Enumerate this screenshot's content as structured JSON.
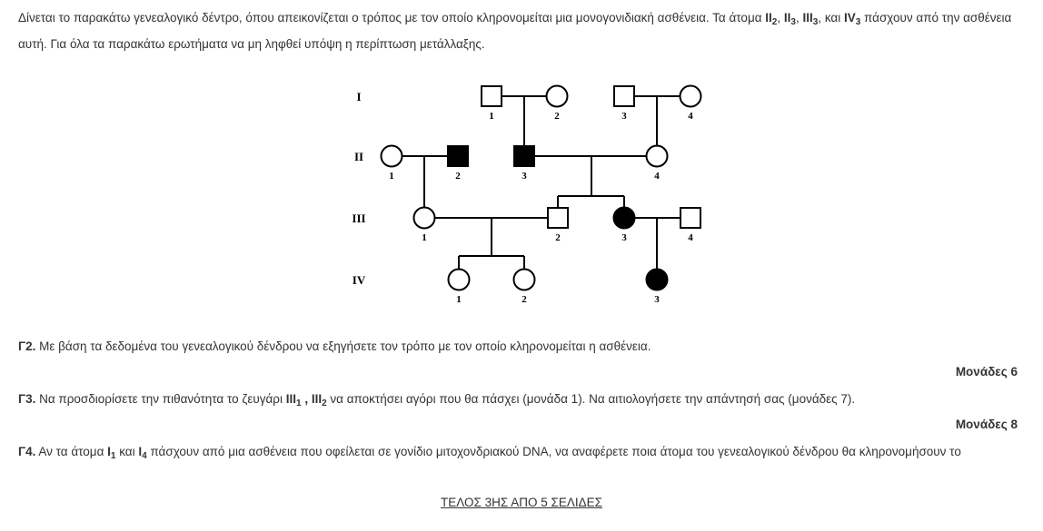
{
  "intro": {
    "text1": "Δίνεται το παρακάτω γενεαλογικό δέντρο, όπου απεικονίζεται ο τρόπος με τον οποίο κληρονομείται μια μονογονιδιακή ασθένεια. Τα άτομα ",
    "ii": "II",
    "ii_2": "2",
    "ii_3": "3",
    "iii": "III",
    "iii_3": "3",
    "and": " και ",
    "iv": "IV",
    "iv_3": "3",
    "text2": " πάσχουν από την ασθένεια αυτή. Για όλα τα παρακάτω ερωτήματα να μη ληφθεί υπόψη η περίπτωση μετάλλαξης."
  },
  "pedigree": {
    "generations": [
      "I",
      "II",
      "III",
      "IV"
    ],
    "individuals": [
      {
        "gen": "I",
        "num": "1",
        "sex": "male",
        "affected": false
      },
      {
        "gen": "I",
        "num": "2",
        "sex": "female",
        "affected": false
      },
      {
        "gen": "I",
        "num": "3",
        "sex": "male",
        "affected": false
      },
      {
        "gen": "I",
        "num": "4",
        "sex": "female",
        "affected": false
      },
      {
        "gen": "II",
        "num": "1",
        "sex": "female",
        "affected": false
      },
      {
        "gen": "II",
        "num": "2",
        "sex": "male",
        "affected": true
      },
      {
        "gen": "II",
        "num": "3",
        "sex": "male",
        "affected": true
      },
      {
        "gen": "II",
        "num": "4",
        "sex": "female",
        "affected": false
      },
      {
        "gen": "III",
        "num": "1",
        "sex": "female",
        "affected": false
      },
      {
        "gen": "III",
        "num": "2",
        "sex": "male",
        "affected": false
      },
      {
        "gen": "III",
        "num": "3",
        "sex": "female",
        "affected": true
      },
      {
        "gen": "III",
        "num": "4",
        "sex": "male",
        "affected": false
      },
      {
        "gen": "IV",
        "num": "1",
        "sex": "female",
        "affected": false
      },
      {
        "gen": "IV",
        "num": "2",
        "sex": "female",
        "affected": false
      },
      {
        "gen": "IV",
        "num": "3",
        "sex": "female",
        "affected": true
      }
    ]
  },
  "q2": {
    "label": "Γ2.",
    "text": " Με βάση τα δεδομένα του γενεαλογικού δένδρου να εξηγήσετε τον τρόπο με τον οποίο κληρονομείται η ασθένεια.",
    "points": "Μονάδες 6"
  },
  "q3": {
    "label": "Γ3.",
    "text1": " Να προσδιορίσετε την πιθανότητα το ζευγάρι ",
    "iii": "III",
    "s1": "1",
    "sep": " , ",
    "s2": "2",
    "text2": " να αποκτήσει αγόρι που θα πάσχει (μονάδα 1). Να αιτιολογήσετε την απάντησή σας (μονάδες 7).",
    "points": "Μονάδες 8"
  },
  "q4": {
    "label": "Γ4.",
    "text1": " Αν τα άτομα ",
    "i": "I",
    "s1": "1",
    "and": " και ",
    "s4": "4",
    "text2": " πάσχουν από μια ασθένεια που οφείλεται σε γονίδιο μιτοχονδριακού DNA, να αναφέρετε ποια άτομα του γενεαλογικού δένδρου θα κληρονομήσουν το"
  },
  "footer": "ΤΕΛΟΣ 3ΗΣ ΑΠΟ 5 ΣΕΛΙΔΕΣ"
}
